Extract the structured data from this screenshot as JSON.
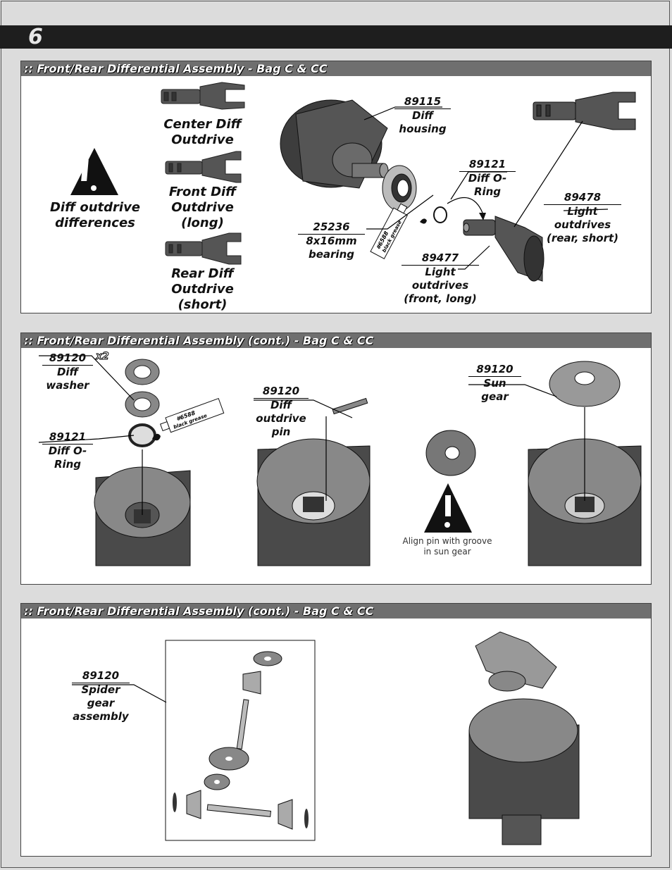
{
  "page": {
    "number": "6"
  },
  "panel1": {
    "title": ":: Front/Rear Differential Assembly - Bag C & CC",
    "warning": "Diff outdrive differences",
    "outdrives": [
      {
        "label": "Center Diff Outdrive"
      },
      {
        "label": "Front Diff Outdrive (long)"
      },
      {
        "label": "Rear Diff Outdrive (short)"
      }
    ],
    "parts": [
      {
        "pn": "89115",
        "desc": "Diff housing"
      },
      {
        "pn": "89121",
        "desc": "Diff O-Ring"
      },
      {
        "pn": "89478",
        "desc": "Light outdrives (rear, short)"
      },
      {
        "pn": "25236",
        "desc": "8x16mm bearing"
      },
      {
        "pn": "89477",
        "desc": "Light outdrives (front, long)"
      }
    ],
    "grease": "#6588 black grease"
  },
  "panel2": {
    "title": ":: Front/Rear Differential Assembly  (cont.) - Bag C & CC",
    "washer": {
      "pn": "89120",
      "qty": "x2",
      "desc": "Diff washer"
    },
    "oring": {
      "pn": "89121",
      "desc": "Diff O-Ring"
    },
    "pin": {
      "pn": "89120",
      "desc": "Diff outdrive pin"
    },
    "sun": {
      "pn": "89120",
      "desc": "Sun gear"
    },
    "grease": "#6588 black grease",
    "note": "Align pin with groove in sun gear"
  },
  "panel3": {
    "title": ":: Front/Rear Differential Assembly  (cont.) - Bag C & CC",
    "spider": {
      "pn": "89120",
      "desc": "Spider gear assembly"
    }
  }
}
